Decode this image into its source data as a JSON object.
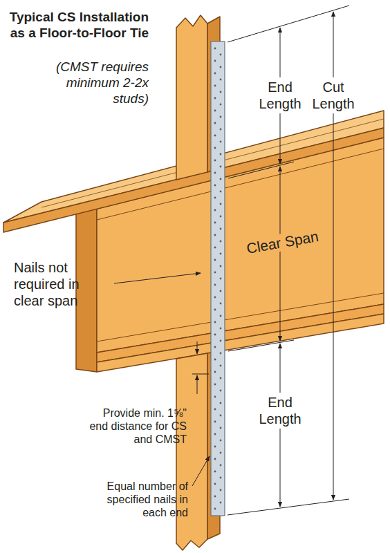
{
  "diagram": {
    "title": "Typical CS Installation as a Floor-to-Floor Tie",
    "labels": [
      "(CMST requires minimum 2-2x studs)",
      "End Length",
      "Cut Length",
      "Clear Span",
      "Nails not required in clear span",
      "End Length",
      "Provide min. 1⅝\" end distance for CS and CMST",
      "Equal number of specified nails in each end"
    ]
  }
}
